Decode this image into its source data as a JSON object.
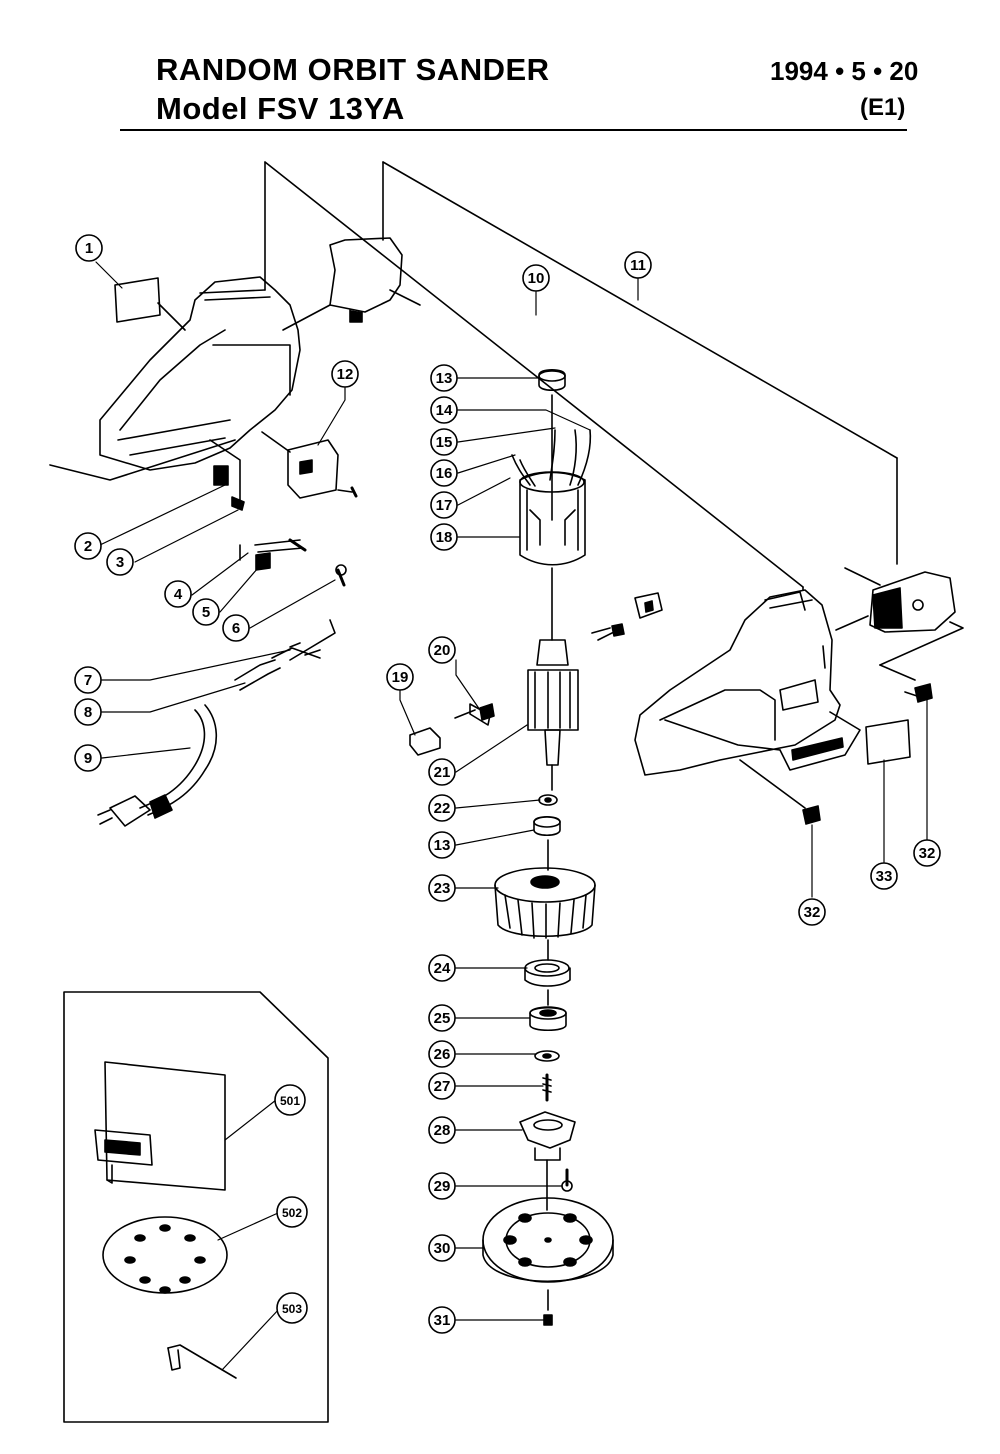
{
  "header": {
    "title_line1": "RANDOM  ORBIT  SANDER",
    "title_line2": "Model  FSV 13YA",
    "date": "1994 • 5 • 20",
    "edition": "(E1)"
  },
  "callouts": [
    {
      "id": "c1",
      "label": "1"
    },
    {
      "id": "c2",
      "label": "2"
    },
    {
      "id": "c3",
      "label": "3"
    },
    {
      "id": "c4",
      "label": "4"
    },
    {
      "id": "c5",
      "label": "5"
    },
    {
      "id": "c6",
      "label": "6"
    },
    {
      "id": "c7",
      "label": "7"
    },
    {
      "id": "c8",
      "label": "8"
    },
    {
      "id": "c9",
      "label": "9"
    },
    {
      "id": "c10",
      "label": "10"
    },
    {
      "id": "c11",
      "label": "11"
    },
    {
      "id": "c12",
      "label": "12"
    },
    {
      "id": "c13a",
      "label": "13"
    },
    {
      "id": "c14",
      "label": "14"
    },
    {
      "id": "c15",
      "label": "15"
    },
    {
      "id": "c16",
      "label": "16"
    },
    {
      "id": "c17",
      "label": "17"
    },
    {
      "id": "c18",
      "label": "18"
    },
    {
      "id": "c19",
      "label": "19"
    },
    {
      "id": "c20",
      "label": "20"
    },
    {
      "id": "c21",
      "label": "21"
    },
    {
      "id": "c22",
      "label": "22"
    },
    {
      "id": "c13b",
      "label": "13"
    },
    {
      "id": "c23",
      "label": "23"
    },
    {
      "id": "c24",
      "label": "24"
    },
    {
      "id": "c25",
      "label": "25"
    },
    {
      "id": "c26",
      "label": "26"
    },
    {
      "id": "c27",
      "label": "27"
    },
    {
      "id": "c28",
      "label": "28"
    },
    {
      "id": "c29",
      "label": "29"
    },
    {
      "id": "c30",
      "label": "30"
    },
    {
      "id": "c31",
      "label": "31"
    },
    {
      "id": "c32a",
      "label": "32"
    },
    {
      "id": "c32b",
      "label": "32"
    },
    {
      "id": "c33",
      "label": "33"
    },
    {
      "id": "c501",
      "label": "501"
    },
    {
      "id": "c502",
      "label": "502"
    },
    {
      "id": "c503",
      "label": "503"
    }
  ]
}
